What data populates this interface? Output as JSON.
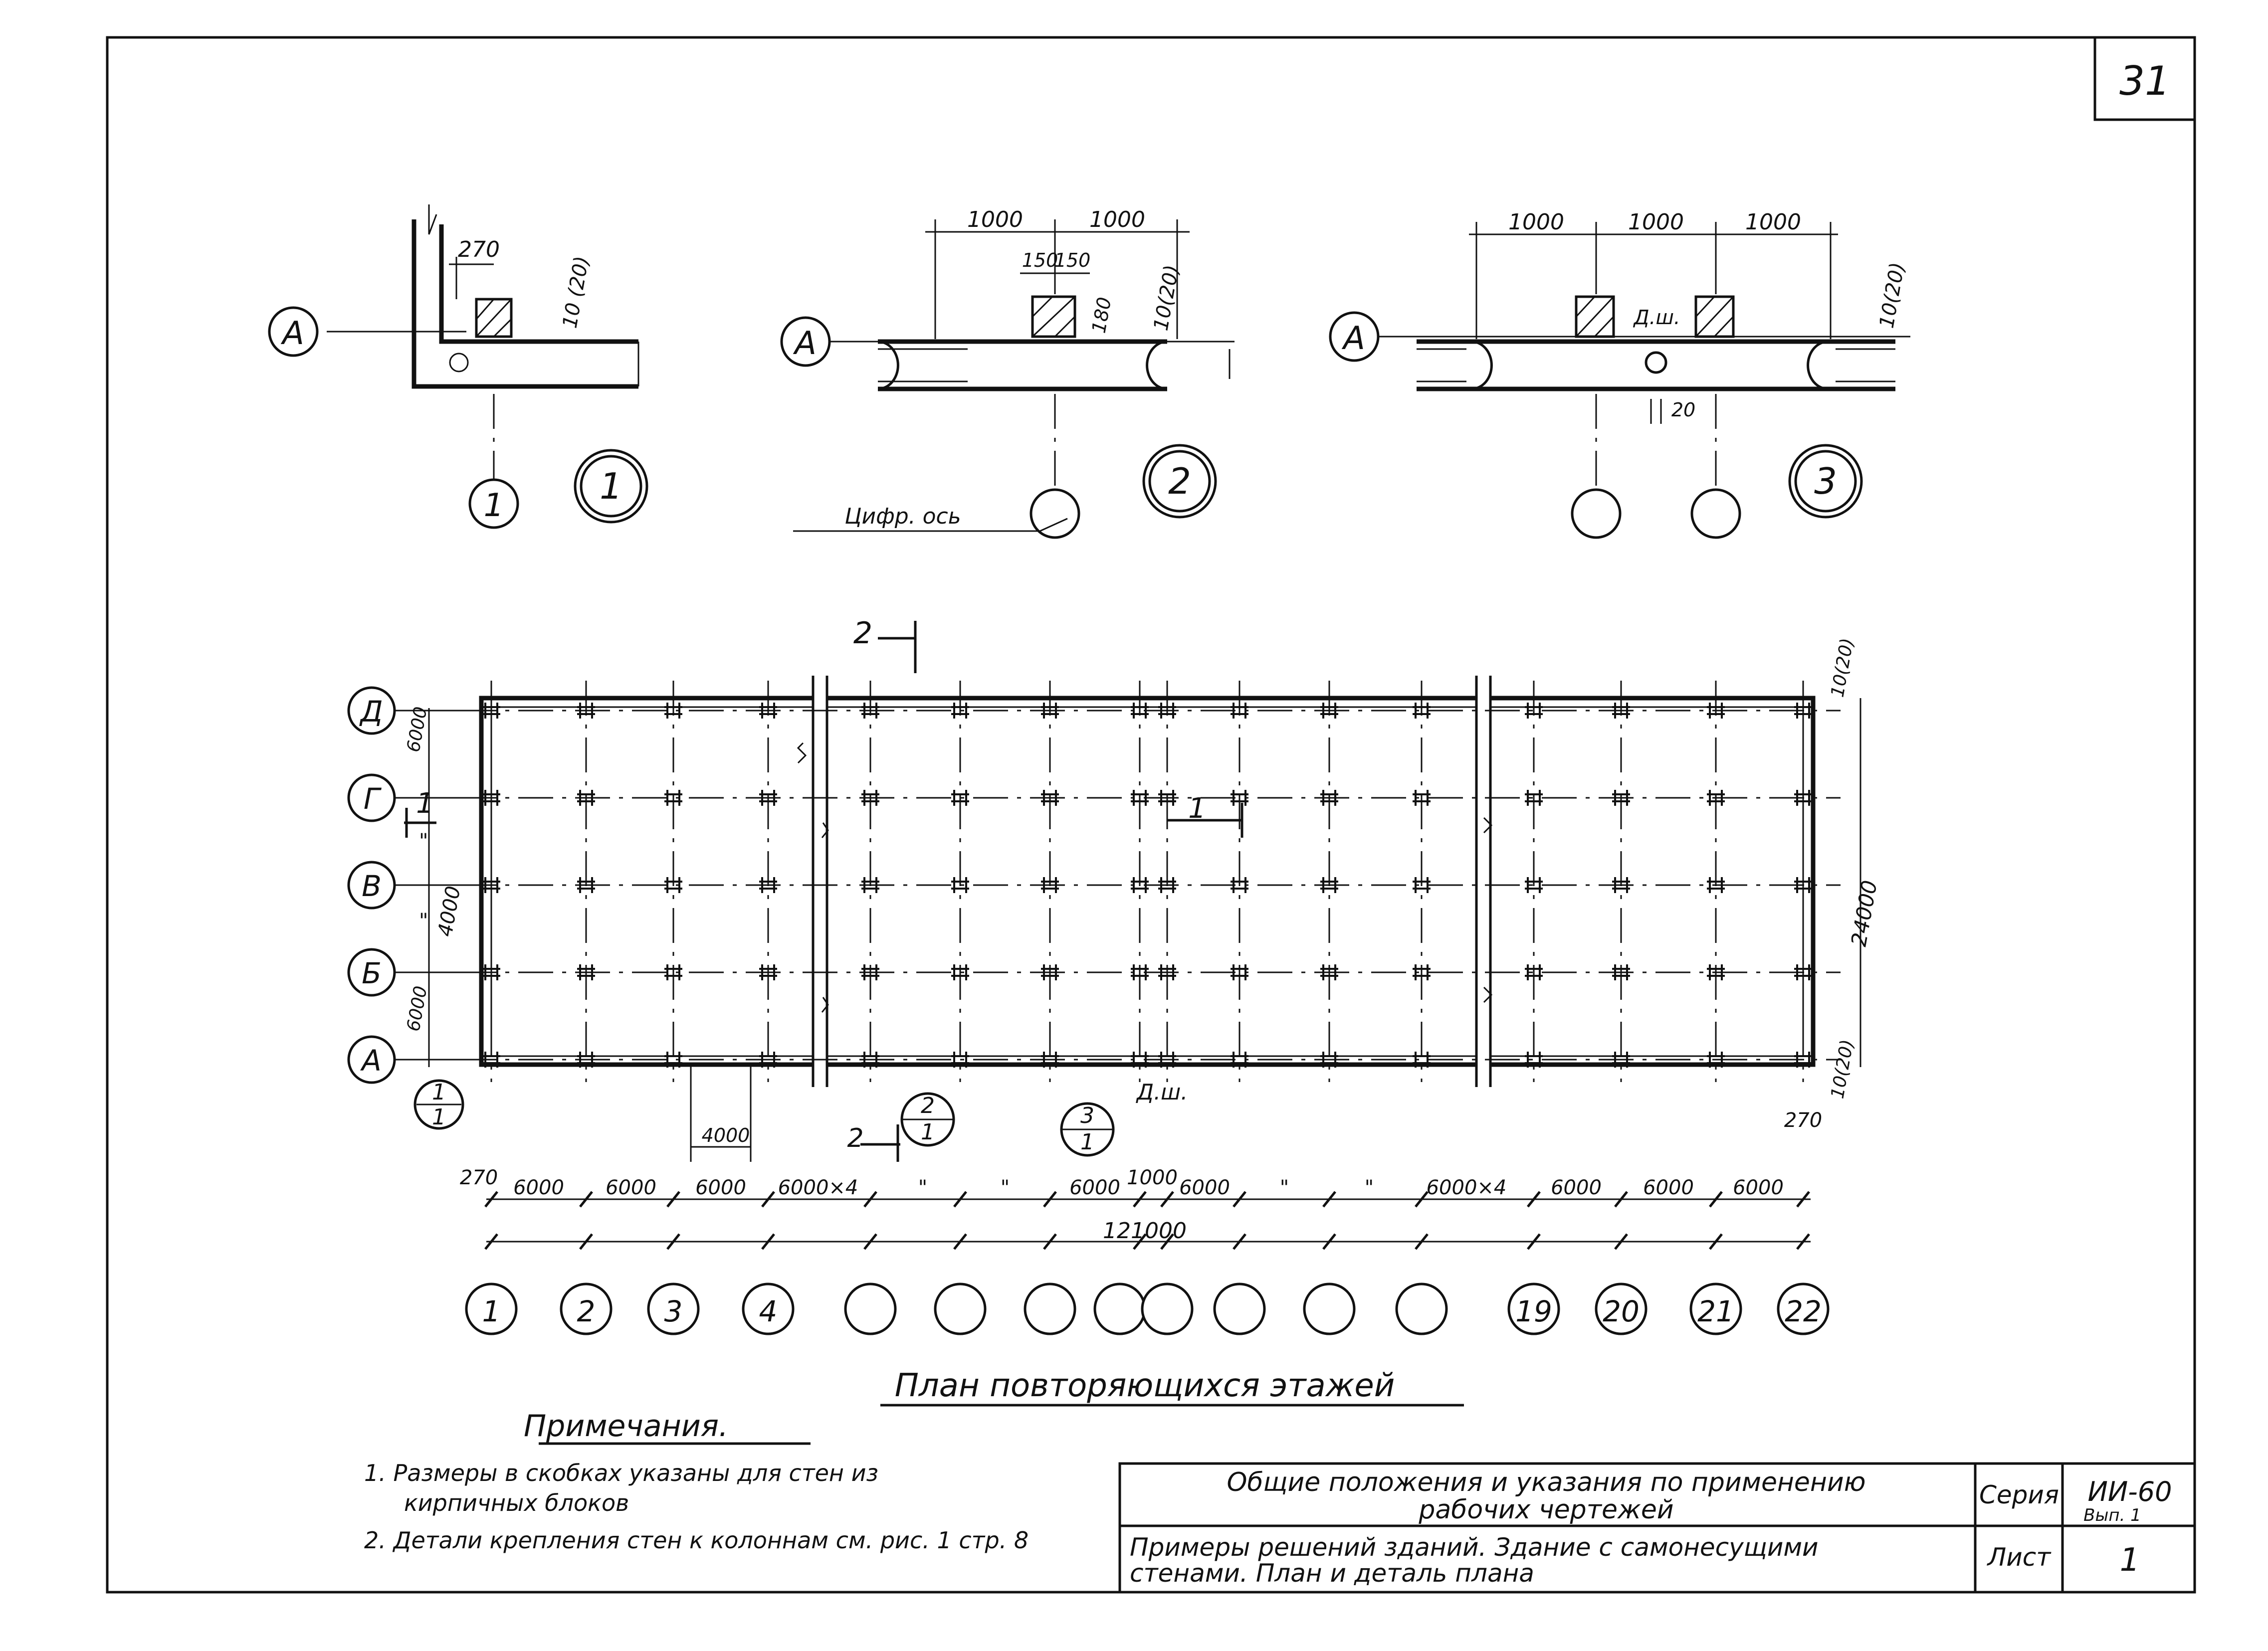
{
  "sheet": {
    "number": "31"
  },
  "details": {
    "d1": {
      "axis_letter": "А",
      "dim_270": "270",
      "dim_offset": "10\n(20)",
      "axis_number": "1",
      "detail_number": "1"
    },
    "d2": {
      "axis_letter": "А",
      "dim_1000_left": "1000",
      "dim_1000_right": "1000",
      "dim_150_left": "150",
      "dim_150_right": "150",
      "dim_180": "180",
      "dim_offset": "10(20)",
      "digit_axis_label": "Цифр. ось",
      "detail_number": "2"
    },
    "d3": {
      "axis_letter": "А",
      "dim_1000_a": "1000",
      "dim_1000_b": "1000",
      "dim_1000_c": "1000",
      "joint_label": "Д.ш.",
      "dim_20": "20",
      "dim_offset": "10(20)",
      "detail_number": "3"
    }
  },
  "plan": {
    "row_axes": [
      "Д",
      "Г",
      "В",
      "Б",
      "А"
    ],
    "row_dims": [
      "6000",
      "\"",
      "4000",
      "\"",
      "6000"
    ],
    "total_width": "24000",
    "right_offset_top": "10(20)",
    "right_offset_bottom": "10(20)",
    "corner_270": "270",
    "section_2_top": "2",
    "section_1_mid": "1",
    "section_1_left": "1",
    "section_2_bottom": "2",
    "joint_label": "Д.ш.",
    "dim_4000_bottom": "4000",
    "callout_1": {
      "top": "1",
      "bottom": "1"
    },
    "callout_2": {
      "top": "2",
      "bottom": "1"
    },
    "callout_3": {
      "top": "3",
      "bottom": "1"
    },
    "spans": [
      "270",
      "6000",
      "6000",
      "6000",
      "6000×4",
      "\"",
      "\"",
      "6000",
      "1000",
      "6000",
      "\"",
      "\"",
      "6000×4",
      "6000",
      "6000",
      "6000"
    ],
    "total_length": "121000",
    "column_axes": [
      "1",
      "2",
      "3",
      "4",
      "",
      "",
      "",
      "",
      "",
      "",
      "",
      "",
      "19",
      "20",
      "21",
      "22"
    ]
  },
  "caption": "План повторяющихся этажей",
  "notes": {
    "heading": "Примечания.",
    "items": [
      "1. Размеры в скобках указаны для стен из",
      "кирпичных блоков",
      "2. Детали крепления стен к колоннам см. рис. 1 стр. 8"
    ]
  },
  "title_block": {
    "title": "Общие положения и указания по применению рабочих чертежей",
    "title_line1": "Общие положения и указания по применению",
    "title_line2": "рабочих чертежей",
    "subtitle_line1": "Примеры решений зданий. Здание с самонесущими",
    "subtitle_line2": "стенами. План и деталь плана",
    "series_label": "Серия",
    "series_value": "ИИ-60",
    "issue_value": "Вып. 1",
    "sheet_label": "Лист",
    "sheet_value": "1"
  }
}
